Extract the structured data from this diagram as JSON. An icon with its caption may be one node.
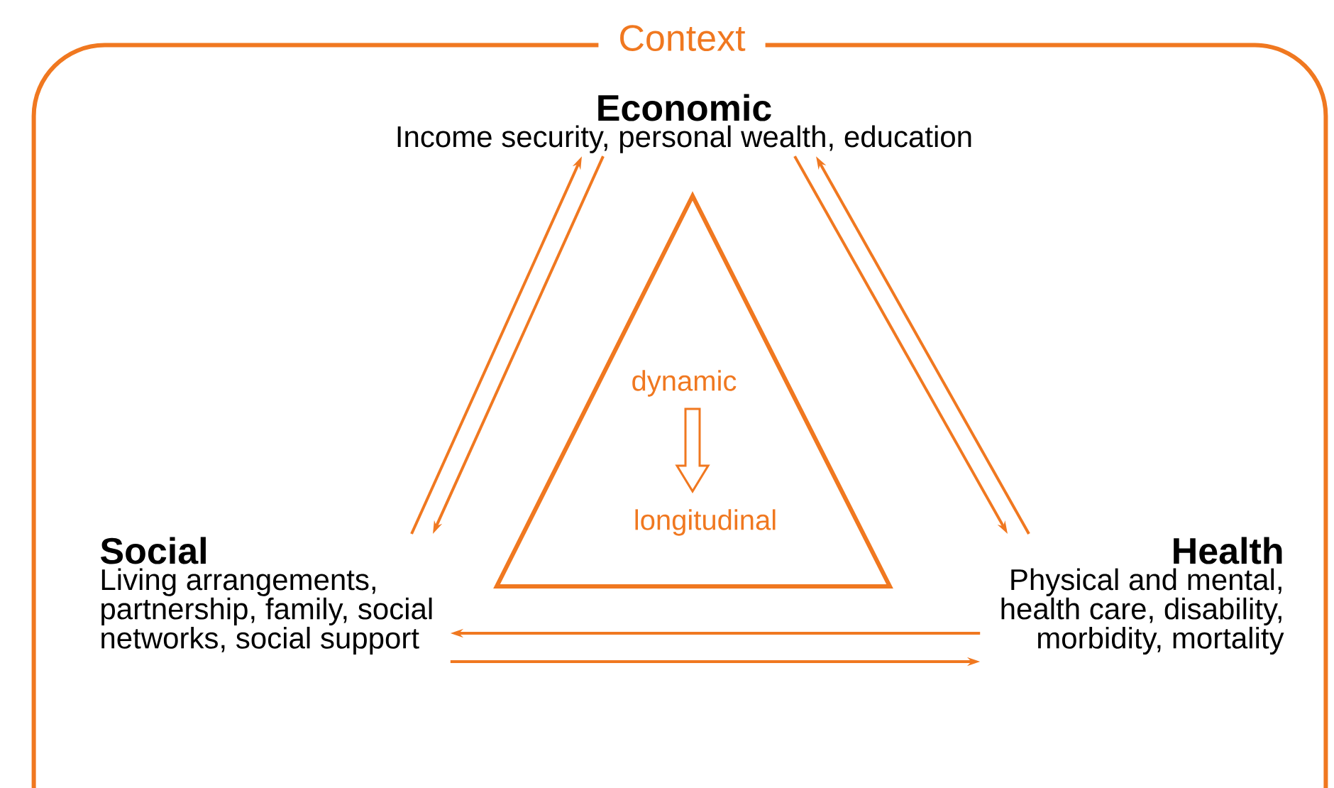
{
  "diagram": {
    "nodes": [
      {
        "text": [
          "Context"
        ]
      },
      {
        "text": [
          "Economic",
          "Income security, personal wealth, education"
        ],
        "in": 0
      },
      {
        "text": [
          "Social",
          "Living arrangements, partnership, family, social networks, social support"
        ],
        "in": 0
      },
      {
        "text": [
          "Health",
          "Physical and mental, health care, disability, morbidity, mortality"
        ],
        "in": 0
      },
      {
        "text": [
          "dynamic",
          "longitudinal"
        ],
        "in": 0
      }
    ],
    "edges": [
      {
        "from": 2,
        "to": 1,
        "arrow": "to"
      },
      {
        "from": 1,
        "to": 2,
        "arrow": "to"
      },
      {
        "from": 3,
        "to": 1,
        "arrow": "to"
      },
      {
        "from": 1,
        "to": 3,
        "arrow": "to"
      },
      {
        "from": 3,
        "to": 2,
        "arrow": "to"
      },
      {
        "from": 2,
        "to": 3,
        "arrow": "to"
      }
    ]
  }
}
